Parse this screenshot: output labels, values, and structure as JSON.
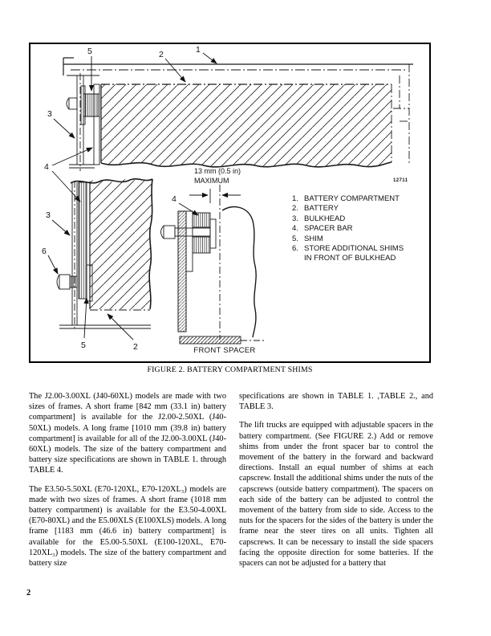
{
  "page": {
    "number": "2"
  },
  "figure": {
    "caption": "FIGURE 2. BATTERY COMPARTMENT SHIMS",
    "drawing_number": "12711",
    "dimension_note": {
      "line1": "13 mm (0.5 in)",
      "line2": "MAXIMUM"
    },
    "front_spacer_label": "FRONT SPACER",
    "legend": [
      {
        "num": "1.",
        "text": "BATTERY COMPARTMENT"
      },
      {
        "num": "2.",
        "text": "BATTERY"
      },
      {
        "num": "3.",
        "text": "BULKHEAD"
      },
      {
        "num": "4.",
        "text": "SPACER BAR"
      },
      {
        "num": "5.",
        "text": "SHIM"
      },
      {
        "num": "6.",
        "text": "STORE ADDITIONAL SHIMS",
        "text2": "IN FRONT OF BULKHEAD"
      }
    ],
    "callouts": {
      "n1": "1",
      "n2": "2",
      "n3": "3",
      "n4": "4",
      "n5": "5",
      "n6": "6"
    }
  },
  "body": {
    "left_column": {
      "para1": "The J2.00-3.00XL (J40-60XL) models are made with two sizes of frames. A short frame [842 mm (33.1 in) battery compartment] is available for the J2.00-2.50XL (J40-50XL) models. A long frame [1010 mm (39.8 in) battery compartment] is available for all of the J2.00-3.00XL (J40-60XL) models. The size of the battery compartment and battery size specifications are shown in TABLE 1. through TABLE 4.",
      "para2": "The E3.50-5.50XL (E70-120XL, E70-120XL₃) models are made with two sizes of frames. A short frame (1018 mm battery compartment) is available for the E3.50-4.00XL (E70-80XL) and the E5.00XLS (E100XLS) models. A long frame [1183 mm (46.6 in) battery compartment] is available for the E5.00-5.50XL (E100-120XL, E70-120XL₃) models. The size of the battery compartment and battery size"
    },
    "right_column": {
      "para1": "specifications are shown in TABLE 1. ,TABLE 2., and TABLE 3.",
      "para2": "The lift trucks are equipped with adjustable spacers in the battery compartment. (See FIGURE 2.) Add or remove shims from under the front spacer bar to control the movement of the battery in the forward and backward directions. Install an equal number of shims at each capscrew. Install the additional shims under the nuts of the capscrews (outside battery compartment). The spacers on each side of the battery can be adjusted to control the movement of the battery from side to side. Access to the nuts for the spacers for the sides of the battery is under the frame near the steer tires on all units. Tighten all capscrews. It can be necessary to install the side spacers facing the opposite direction for some batteries. If the spacers can not be adjusted for a battery that"
    }
  }
}
